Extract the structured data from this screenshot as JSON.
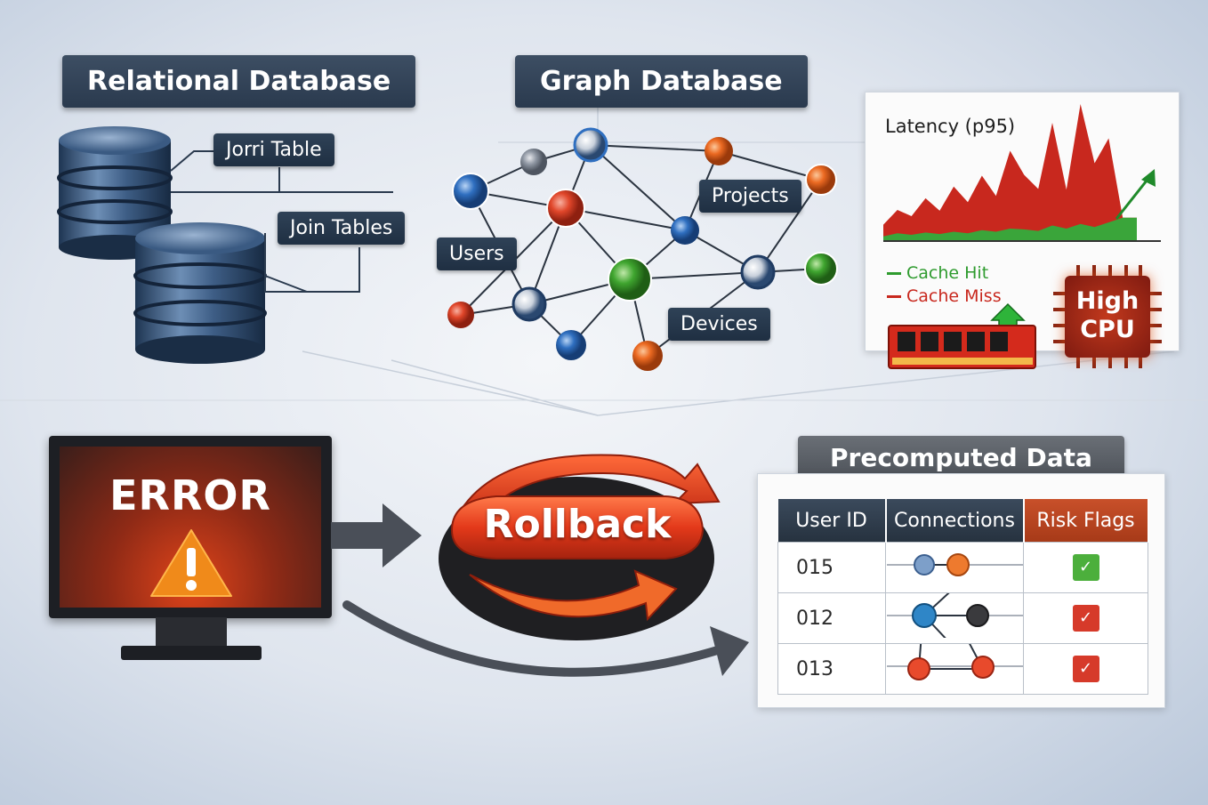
{
  "relational": {
    "title": "Relational Database",
    "labels": [
      "Jorri Table",
      "Join Tables"
    ]
  },
  "graph": {
    "title": "Graph Database",
    "labels": {
      "projects": "Projects",
      "users": "Users",
      "devices": "Devices"
    }
  },
  "latency": {
    "title": "Latency (p95)",
    "legend": [
      {
        "label": "Cache Hit",
        "color": "#2e9b2e"
      },
      {
        "label": "Cache Miss",
        "color": "#c8281e"
      }
    ],
    "cpu_label": [
      "High",
      "CPU"
    ]
  },
  "chart_data": {
    "type": "area",
    "title": "Latency (p95)",
    "series": [
      {
        "name": "Cache Miss",
        "values": [
          15,
          30,
          24,
          44,
          30,
          58,
          40,
          70,
          46,
          100,
          70,
          54,
          132,
          50,
          154,
          82,
          108,
          0,
          0
        ]
      },
      {
        "name": "Cache Hit",
        "values": [
          6,
          10,
          8,
          11,
          9,
          12,
          10,
          14,
          12,
          16,
          15,
          13,
          20,
          16,
          22,
          18,
          24,
          30,
          30
        ]
      }
    ],
    "colors": {
      "miss": "#c8281e",
      "hit": "#3aa53a"
    }
  },
  "error": {
    "text": "ERROR"
  },
  "rollback": {
    "label": "Rollback"
  },
  "precomputed": {
    "title": "Precomputed Data",
    "headers": [
      "User ID",
      "Connections",
      "Risk Flags"
    ],
    "rows": [
      {
        "id": "015",
        "flag": "ok"
      },
      {
        "id": "012",
        "flag": "risk"
      },
      {
        "id": "013",
        "flag": "risk"
      }
    ],
    "flag_colors": {
      "ok": "#4caf3c",
      "risk": "#d63a2a"
    }
  }
}
